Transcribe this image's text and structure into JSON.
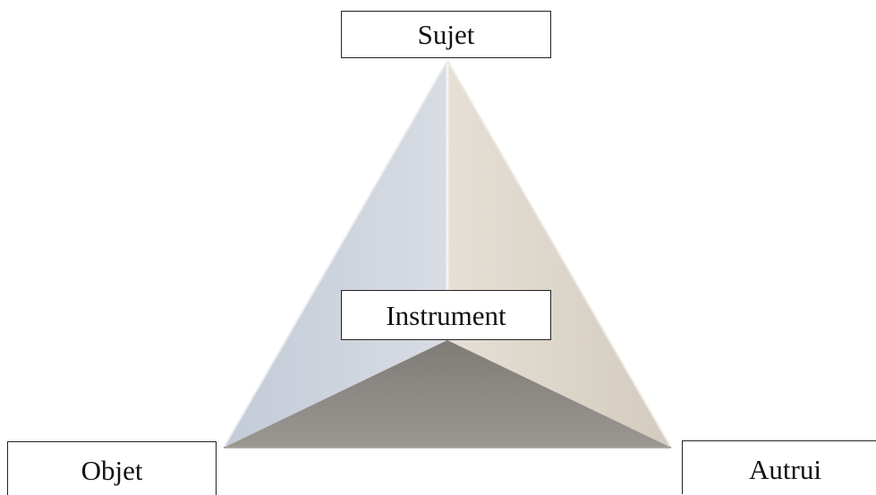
{
  "diagram": {
    "apex_label": "Sujet",
    "center_label": "Instrument",
    "left_label": "Objet",
    "right_label": "Autrui"
  },
  "colors": {
    "left_face": "#cdd4de",
    "right_face": "#ddd6cc",
    "bottom_face": "#8b8884",
    "edge_highlight": "#f2f2f0"
  }
}
